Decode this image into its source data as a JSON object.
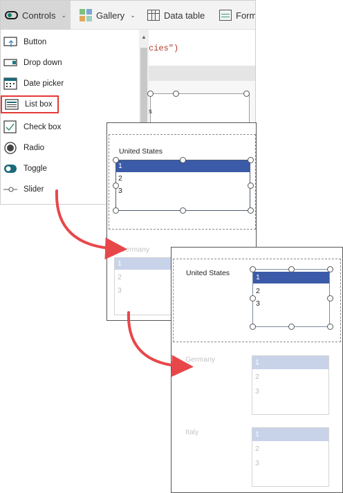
{
  "ribbon": {
    "controls_label": "Controls",
    "gallery_label": "Gallery",
    "datatable_label": "Data table",
    "forms_label": "Form"
  },
  "menu": {
    "items": [
      {
        "label": "Button",
        "icon": "button-icon"
      },
      {
        "label": "Drop down",
        "icon": "dropdown-icon"
      },
      {
        "label": "Date picker",
        "icon": "date-picker-icon"
      },
      {
        "label": "List box",
        "icon": "listbox-icon",
        "highlighted": true
      },
      {
        "label": "Check box",
        "icon": "checkbox-icon"
      },
      {
        "label": "Radio",
        "icon": "radio-icon"
      },
      {
        "label": "Toggle",
        "icon": "toggle-icon"
      },
      {
        "label": "Slider",
        "icon": "slider-icon"
      }
    ]
  },
  "formula_bar": {
    "text": "cies\")"
  },
  "canvas": {
    "partial_text": "s"
  },
  "panel2": {
    "selected_section": {
      "country": "United States",
      "items": [
        "1",
        "2",
        "3"
      ],
      "selected_item": "1"
    },
    "faded_section": {
      "country": "Germany",
      "items": [
        "1",
        "2",
        "3"
      ]
    }
  },
  "panel3": {
    "sections": [
      {
        "country": "United States",
        "items": [
          "1",
          "2",
          "3"
        ],
        "selected": true
      },
      {
        "country": "Germany",
        "items": [
          "1",
          "2",
          "3"
        ],
        "selected": false
      },
      {
        "country": "Italy",
        "items": [
          "1",
          "2",
          "3"
        ],
        "selected": false
      }
    ]
  },
  "colors": {
    "selection_blue": "#3b5ba9",
    "faded_selection": "#c8d3ea",
    "highlight_red": "#e53935",
    "arrow_red": "#e8474a",
    "accent_teal": "#0f7b6c"
  }
}
